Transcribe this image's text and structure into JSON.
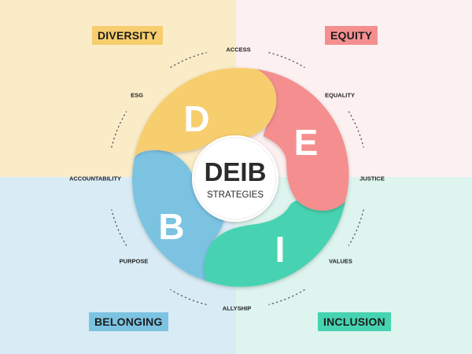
{
  "colors": {
    "bg_diversity": "#fbecc8",
    "bg_equity": "#fdf0f1",
    "bg_belonging": "#d9ecf6",
    "bg_inclusion": "#def4ee",
    "diversity": "#f7ce6e",
    "equity": "#f58f8f",
    "inclusion": "#46d3b1",
    "belonging": "#7cc3e2",
    "dots": "#555555",
    "center_text": "#2b2b2b"
  },
  "quadrants": {
    "diversity": "DIVERSITY",
    "equity": "EQUITY",
    "belonging": "BELONGING",
    "inclusion": "INCLUSION"
  },
  "center": {
    "title": "DEIB",
    "subtitle": "STRATEGIES"
  },
  "petals": {
    "d": "D",
    "e": "E",
    "i": "I",
    "b": "B"
  },
  "keywords": {
    "access": "ACCESS",
    "equality": "EQUALITY",
    "justice": "JUSTICE",
    "values": "VALUES",
    "allyship": "ALLYSHIP",
    "purpose": "PURPOSE",
    "accountability": "ACCOUNTABILITY",
    "esg": "ESG"
  }
}
